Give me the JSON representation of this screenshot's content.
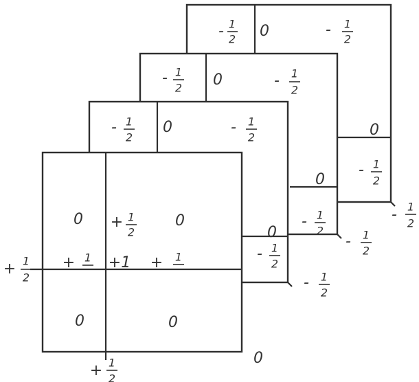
{
  "layer4": {
    "top_left": "-½",
    "top_mid": "0",
    "top_right": "-½",
    "side_top": "0",
    "side_bottom": "-½",
    "corner": "-½"
  },
  "layer3": {
    "top_left": "-½",
    "top_mid": "0",
    "top_right": "-½",
    "side_top": "0",
    "side_bottom": "-½",
    "corner": "-½"
  },
  "layer2": {
    "top_left": "-½",
    "top_mid": "0",
    "top_right": "-½",
    "side_top": "0",
    "side_bottom": "-½",
    "corner": "-½"
  },
  "layer1": {
    "q_top_left": "0",
    "q_top_mid": "+½",
    "q_top_right": "0",
    "q_mid_left": "+½",
    "q_center": "+1",
    "q_mid_right": "+½",
    "q_bottom_left": "0",
    "q_bottom_right": "0",
    "left_label": "+½",
    "bottom_label": "+½",
    "corner": "0"
  }
}
